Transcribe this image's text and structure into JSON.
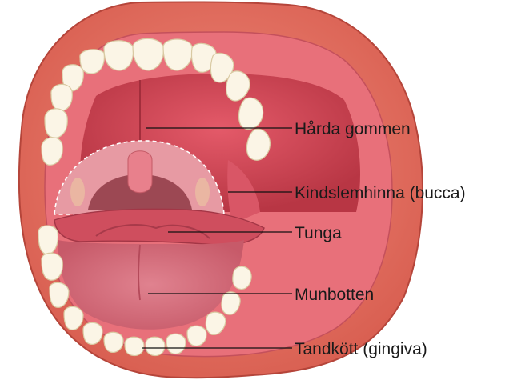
{
  "labels": {
    "hard_palate": "Hårda gommen",
    "buccal_mucosa": "Kindslemhinna (bucca)",
    "tongue": "Tunga",
    "floor_of_mouth": "Munbotten",
    "gingiva": "Tandkött (gingiva)"
  },
  "colors": {
    "lip": "#e26a5d",
    "lip_dark": "#b5453a",
    "gum": "#e8707a",
    "palate": "#c9434f",
    "throat": "#a24a55",
    "tongue": "#cf4e5e",
    "floor": "#d7727f",
    "tooth": "#fbf5e6",
    "tooth_shadow": "#d9caa3"
  }
}
